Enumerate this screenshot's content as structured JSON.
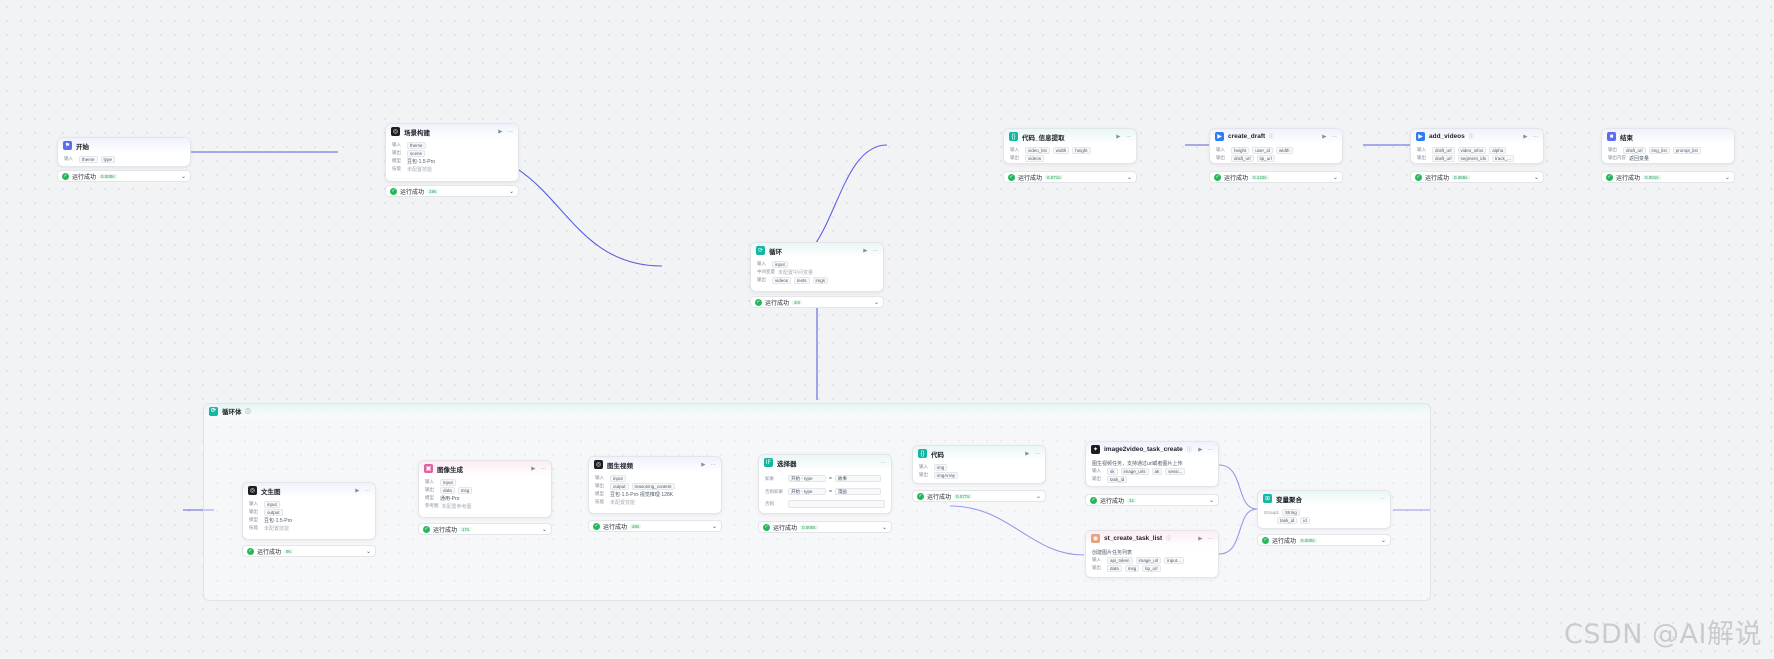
{
  "accent_color": "#5b62e0",
  "success_color": "#23b85a",
  "status_text": "运行成功",
  "nodes": {
    "start": {
      "title": "开始",
      "icon": "flag-icon",
      "rows": [
        {
          "label": "输入",
          "tags": [
            "theme",
            "type"
          ]
        }
      ],
      "duration": "0.000s"
    },
    "scene": {
      "title": "场景构建",
      "icon": "llm-icon",
      "rows": [
        {
          "label": "输入",
          "tags": [
            "theme"
          ]
        },
        {
          "label": "输出",
          "tags": [
            "scene"
          ]
        },
        {
          "label": "模型",
          "tags": [
            "豆包·1.5·Pro"
          ]
        },
        {
          "label": "技能",
          "tags": [
            "未配置技能"
          ]
        }
      ],
      "duration": "19s"
    },
    "loop": {
      "title": "循环",
      "icon": "loop-icon",
      "rows": [
        {
          "label": "输入",
          "tags": [
            "input"
          ]
        },
        {
          "label": "中间变量",
          "tags": [
            "未配置中间变量"
          ]
        },
        {
          "label": "输出",
          "tags": [
            "videos",
            "texts",
            "imgs"
          ]
        }
      ],
      "duration": "4m"
    },
    "code_info": {
      "title": "代码_信息提取",
      "icon": "code-icon",
      "rows": [
        {
          "label": "输入",
          "tags": [
            "video_list",
            "width",
            "height"
          ]
        },
        {
          "label": "输出",
          "tags": [
            "videos"
          ]
        }
      ],
      "duration": "0.071s"
    },
    "create_draft": {
      "title": "create_draft",
      "icon": "plugin-icon",
      "rows": [
        {
          "label": "输入",
          "tags": [
            "height",
            "user_id",
            "width"
          ]
        },
        {
          "label": "输出",
          "tags": [
            "draft_url",
            "tip_url"
          ]
        }
      ],
      "duration": "0.122s"
    },
    "add_videos": {
      "title": "add_videos",
      "icon": "plugin-icon",
      "rows": [
        {
          "label": "输入",
          "tags": [
            "draft_url",
            "video_infos",
            "alpha"
          ]
        },
        {
          "label": "输出",
          "tags": [
            "draft_url",
            "segment_ids",
            "track_..."
          ]
        }
      ],
      "duration": "0.365s"
    },
    "end": {
      "title": "结束",
      "icon": "end-icon",
      "rows": [
        {
          "label": "输出",
          "tags": [
            "draft_url",
            "img_list",
            "prompt_list"
          ]
        },
        {
          "label": "输出内容",
          "tags": [
            "返回变量"
          ]
        }
      ],
      "duration": "0.001s"
    },
    "text_gen": {
      "title": "文生图",
      "icon": "llm-icon",
      "rows": [
        {
          "label": "输入",
          "tags": [
            "input"
          ]
        },
        {
          "label": "输出",
          "tags": [
            "output"
          ]
        },
        {
          "label": "模型",
          "tags": [
            "豆包·1.5·Pro"
          ]
        },
        {
          "label": "技能",
          "tags": [
            "未配置技能"
          ]
        }
      ],
      "duration": "9s"
    },
    "image_gen": {
      "title": "图像生成",
      "icon": "image-icon",
      "rows": [
        {
          "label": "输入",
          "tags": [
            "input"
          ]
        },
        {
          "label": "输出",
          "tags": [
            "data",
            "msg"
          ]
        },
        {
          "label": "模型",
          "tags": [
            "通用-Pro"
          ]
        },
        {
          "label": "参考图",
          "tags": [
            "未配置参考图"
          ]
        }
      ],
      "duration": "17s"
    },
    "video_prompt": {
      "title": "图生视频",
      "icon": "llm-icon",
      "rows": [
        {
          "label": "输入",
          "tags": [
            "input"
          ]
        },
        {
          "label": "输出",
          "tags": [
            "output",
            "reasoning_content"
          ]
        },
        {
          "label": "模型",
          "tags": [
            "豆包·1.5·Pro·视觉推理·128K"
          ]
        },
        {
          "label": "技能",
          "tags": [
            "未配置技能"
          ]
        }
      ],
      "duration": "28s"
    },
    "selector": {
      "title": "选择器",
      "icon": "if-icon",
      "rows": [
        {
          "label": "如果",
          "tags": [
            "开始 - type",
            "=",
            "故事"
          ]
        },
        {
          "label": "否则如果",
          "tags": [
            "开始 - type",
            "=",
            "漫画"
          ]
        },
        {
          "label": "否则",
          "tags": []
        }
      ],
      "duration": "0.000s"
    },
    "code": {
      "title": "代码",
      "icon": "code-icon",
      "rows": [
        {
          "label": "输入",
          "tags": [
            "img"
          ]
        },
        {
          "label": "输出",
          "tags": [
            "imgArray"
          ]
        }
      ],
      "duration": "0.077s"
    },
    "i2v_create": {
      "title": "image2video_task_create",
      "icon": "plugin-icon",
      "rows": [
        {
          "label": "",
          "tags": [
            "图生视频任务，支持通过url或者图片上传"
          ]
        },
        {
          "label": "输入",
          "tags": [
            "sk",
            "image_urls",
            "ak",
            "sessi..."
          ]
        },
        {
          "label": "输出",
          "tags": [
            "task_id"
          ]
        }
      ],
      "duration": "1s"
    },
    "st_create": {
      "title": "st_create_task_list",
      "icon": "plugin-icon",
      "rows": [
        {
          "label": "",
          "tags": [
            "创建图片任务列表"
          ]
        },
        {
          "label": "输入",
          "tags": [
            "api_token",
            "image_url",
            "input..."
          ]
        },
        {
          "label": "输出",
          "tags": [
            "data",
            "msg",
            "tip_url"
          ]
        }
      ],
      "duration": ""
    },
    "var_merge": {
      "title": "变量聚合",
      "icon": "merge-icon",
      "rows": [
        {
          "label": "Group1",
          "tags": [
            "String"
          ]
        },
        {
          "label": "",
          "tags": [
            "task_id",
            "id"
          ]
        }
      ],
      "duration": "0.000s"
    }
  },
  "loop_body": {
    "title": "循环体"
  },
  "watermark": "CSDN @AI解说"
}
